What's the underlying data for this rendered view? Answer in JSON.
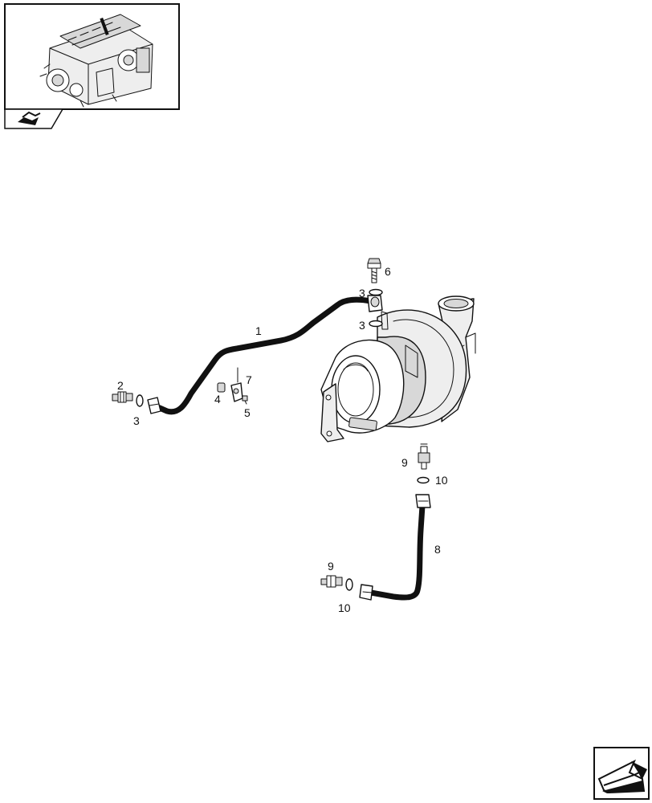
{
  "thumbnail": {
    "icon": "engine-thumbnail-icon",
    "nav_icon": "back-arrow-icon"
  },
  "callouts": [
    {
      "id": "c1",
      "text": "1"
    },
    {
      "id": "c2",
      "text": "2"
    },
    {
      "id": "c3a",
      "text": "3"
    },
    {
      "id": "c3b",
      "text": "3"
    },
    {
      "id": "c3c",
      "text": "3"
    },
    {
      "id": "c4",
      "text": "4"
    },
    {
      "id": "c5",
      "text": "5"
    },
    {
      "id": "c6",
      "text": "6"
    },
    {
      "id": "c7",
      "text": "7"
    },
    {
      "id": "c8",
      "text": "8"
    },
    {
      "id": "c9a",
      "text": "9"
    },
    {
      "id": "c9b",
      "text": "9"
    },
    {
      "id": "c10a",
      "text": "10"
    },
    {
      "id": "c10b",
      "text": "10"
    }
  ],
  "corner_nav": {
    "icon": "next-page-arrow-icon"
  }
}
